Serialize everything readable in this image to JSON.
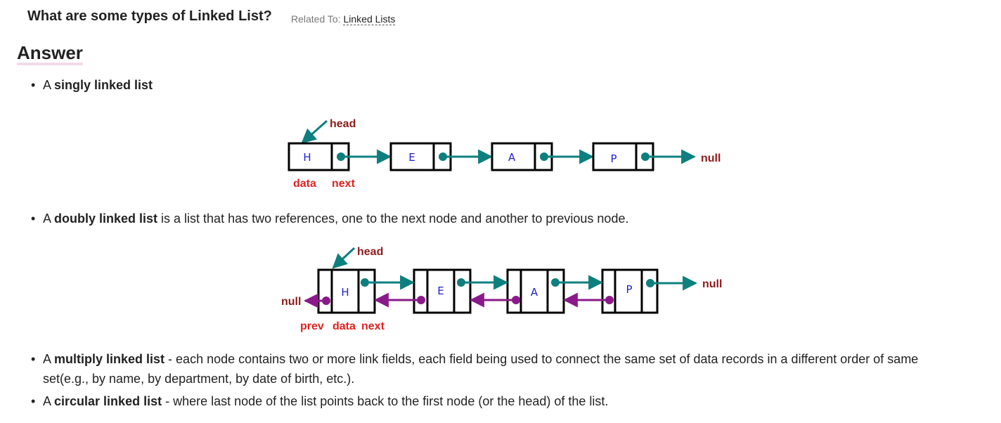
{
  "question": {
    "title": "What are some types of Linked List?",
    "related_prefix": "Related To:",
    "related_link": "Linked Lists"
  },
  "answer_heading": "Answer",
  "items": [
    {
      "prefix": "A ",
      "bold": "singly linked list",
      "rest": ""
    },
    {
      "prefix": "A ",
      "bold": "doubly linked list",
      "rest": " is a list that has two references, one to the next node and another to previous node."
    },
    {
      "prefix": "A ",
      "bold": "multiply linked list",
      "rest": " - each node contains two or more link fields, each field being used to connect the same set of data records in a different order of same set(e.g., by name, by department, by date of birth, etc.)."
    },
    {
      "prefix": "A ",
      "bold": "circular linked list",
      "rest": " - where last node of the list points back to the first node (or the head) of the list."
    }
  ],
  "singly_diagram": {
    "head_label": "head",
    "null_label": "null",
    "nodes": [
      "H",
      "E",
      "A",
      "P"
    ],
    "part_labels": {
      "data": "data",
      "next": "next"
    }
  },
  "doubly_diagram": {
    "head_label": "head",
    "null_left": "null",
    "null_right": "null",
    "nodes": [
      "H",
      "E",
      "A",
      "P"
    ],
    "part_labels": {
      "prev": "prev",
      "data": "data",
      "next": "next"
    }
  },
  "colors": {
    "teal": "#0e7f7f",
    "purple": "#8a1a8a",
    "dark_red": "#8b1a1a",
    "red": "#e0221f",
    "blue": "#1f1fd6"
  }
}
